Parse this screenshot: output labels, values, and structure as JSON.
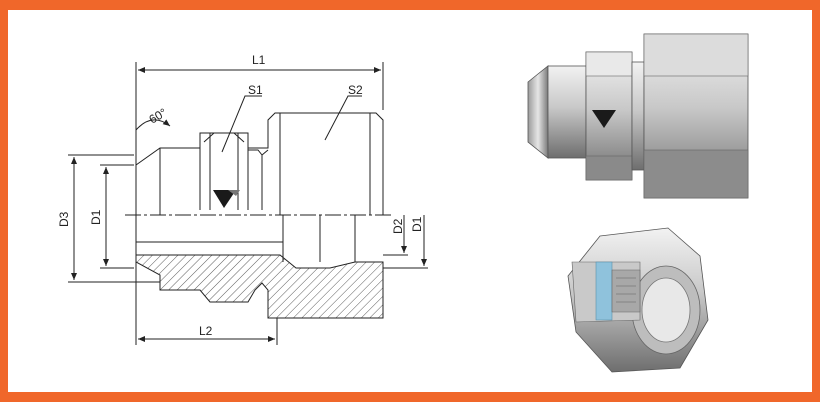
{
  "drawing": {
    "labels": {
      "L1": "L1",
      "L2": "L2",
      "S1": "S1",
      "S2": "S2",
      "D1_left": "D1",
      "D3": "D3",
      "D2": "D2",
      "D1_right": "D1",
      "angle": "60°"
    }
  },
  "colors": {
    "frame": "#f0672a",
    "line": "#222222",
    "metal_light": "#d9d9d9",
    "metal_dark": "#6f6f6f",
    "seal_blue": "#8fc2dc"
  }
}
